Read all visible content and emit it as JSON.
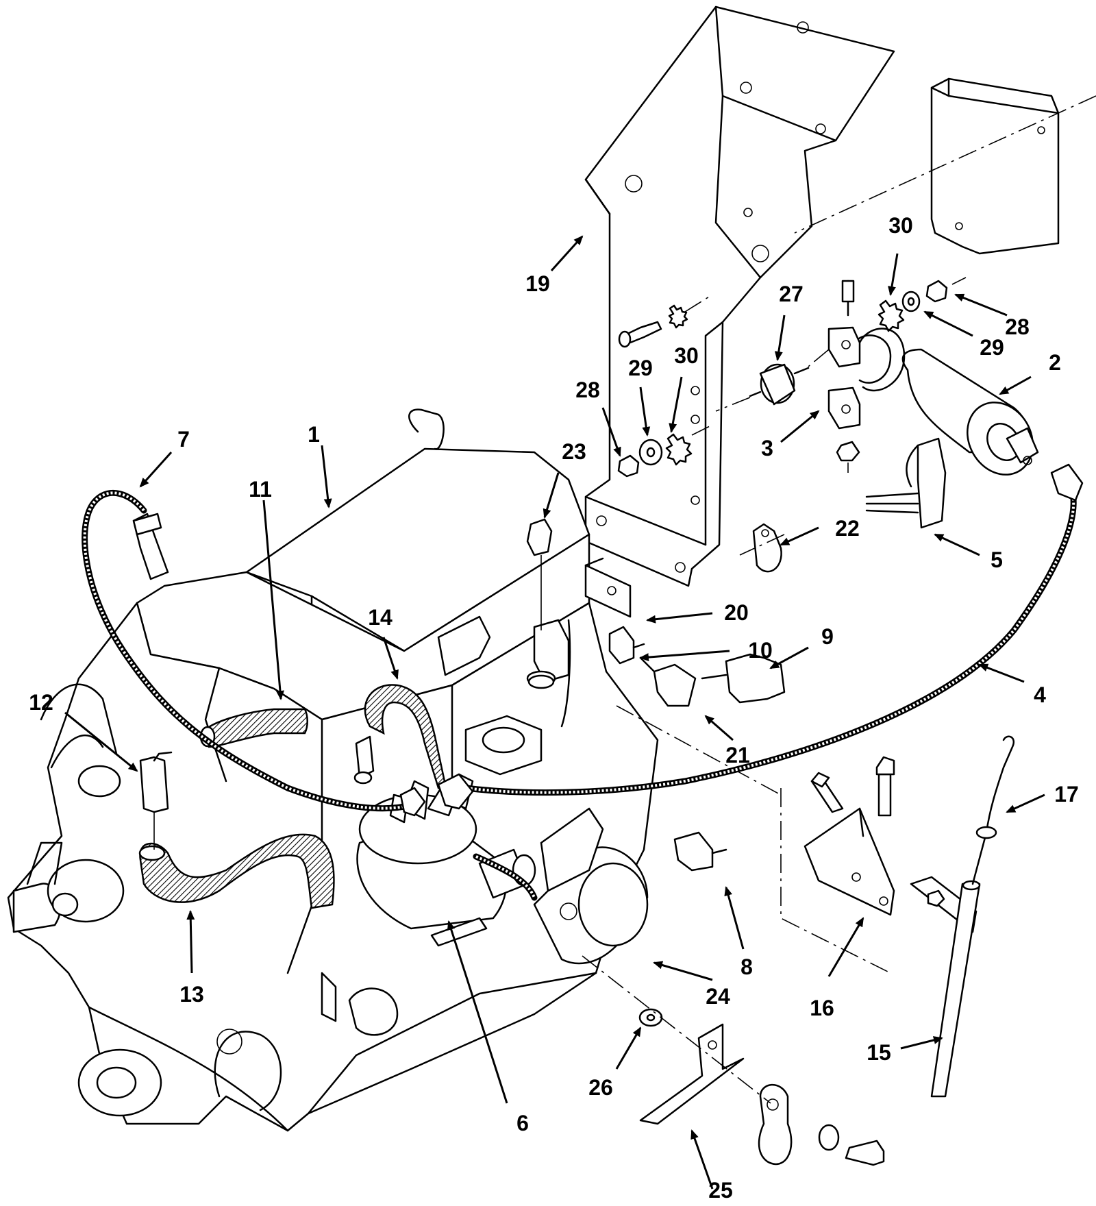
{
  "callouts": [
    {
      "id": "1",
      "label": "1"
    },
    {
      "id": "2",
      "label": "2"
    },
    {
      "id": "3",
      "label": "3"
    },
    {
      "id": "4",
      "label": "4"
    },
    {
      "id": "5",
      "label": "5"
    },
    {
      "id": "6",
      "label": "6"
    },
    {
      "id": "7",
      "label": "7"
    },
    {
      "id": "8",
      "label": "8"
    },
    {
      "id": "9",
      "label": "9"
    },
    {
      "id": "10",
      "label": "10"
    },
    {
      "id": "11",
      "label": "11"
    },
    {
      "id": "12",
      "label": "12"
    },
    {
      "id": "13",
      "label": "13"
    },
    {
      "id": "14",
      "label": "14"
    },
    {
      "id": "15",
      "label": "15"
    },
    {
      "id": "16",
      "label": "16"
    },
    {
      "id": "17",
      "label": "17"
    },
    {
      "id": "19",
      "label": "19"
    },
    {
      "id": "20",
      "label": "20"
    },
    {
      "id": "21",
      "label": "21"
    },
    {
      "id": "22",
      "label": "22"
    },
    {
      "id": "23",
      "label": "23"
    },
    {
      "id": "24",
      "label": "24"
    },
    {
      "id": "25",
      "label": "25"
    },
    {
      "id": "26",
      "label": "26"
    },
    {
      "id": "27",
      "label": "27"
    },
    {
      "id": "28a",
      "label": "28"
    },
    {
      "id": "28b",
      "label": "28"
    },
    {
      "id": "29a",
      "label": "29"
    },
    {
      "id": "29b",
      "label": "29"
    },
    {
      "id": "30a",
      "label": "30"
    },
    {
      "id": "30b",
      "label": "30"
    }
  ],
  "colors": {
    "line": "#000000",
    "background": "#ffffff"
  }
}
